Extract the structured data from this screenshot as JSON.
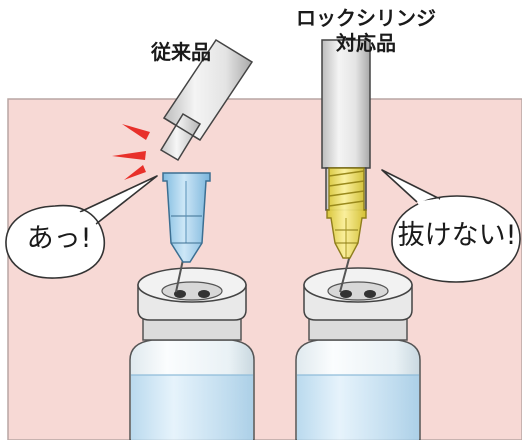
{
  "labels": {
    "conventional": "従来品",
    "lock_line1": "ロックシリンジ",
    "lock_line2": "対応品"
  },
  "bubbles": {
    "left": "あっ!",
    "right": "抜けない!"
  },
  "colors": {
    "background_panel": "#f7d9d5",
    "conventional_hub": "#a9d4ef",
    "lock_hub": "#f2e25c",
    "vial_liquid": "#cfe6f4",
    "alert_marks": "#e8302a"
  }
}
